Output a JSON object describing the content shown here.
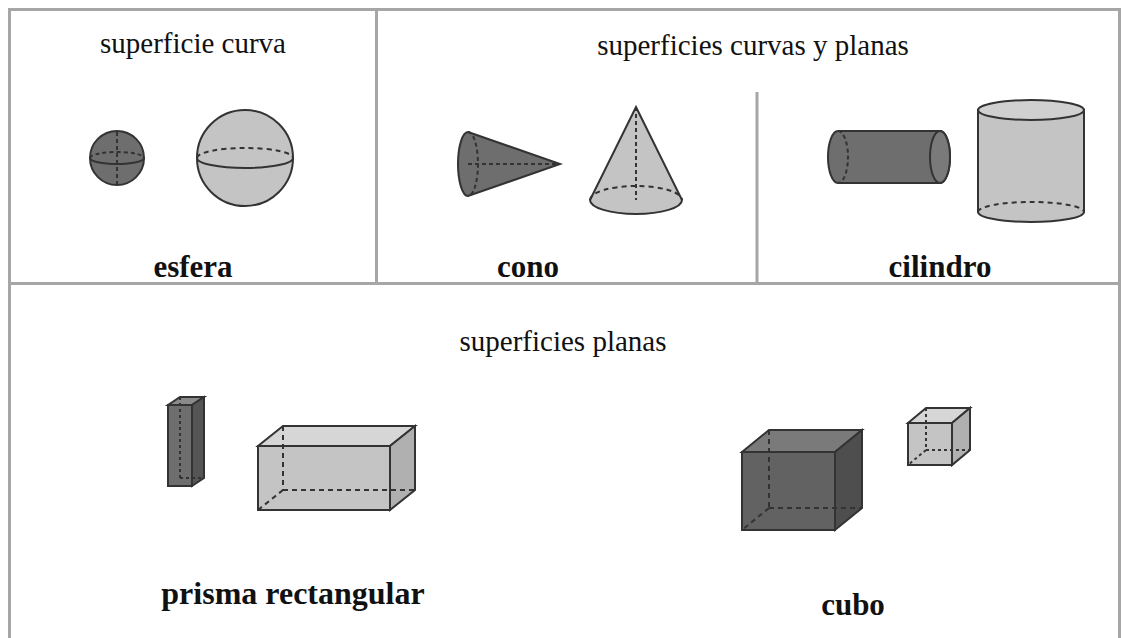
{
  "diagram": {
    "nodes": [
      {
        "text": [
          "superficie curva",
          "esfera"
        ]
      },
      {
        "text": [
          "superficies curvas y planas",
          "cono",
          "cilindro"
        ]
      },
      {
        "text": [
          "superficies planas",
          "prisma rectangular",
          "cubo"
        ]
      }
    ]
  }
}
